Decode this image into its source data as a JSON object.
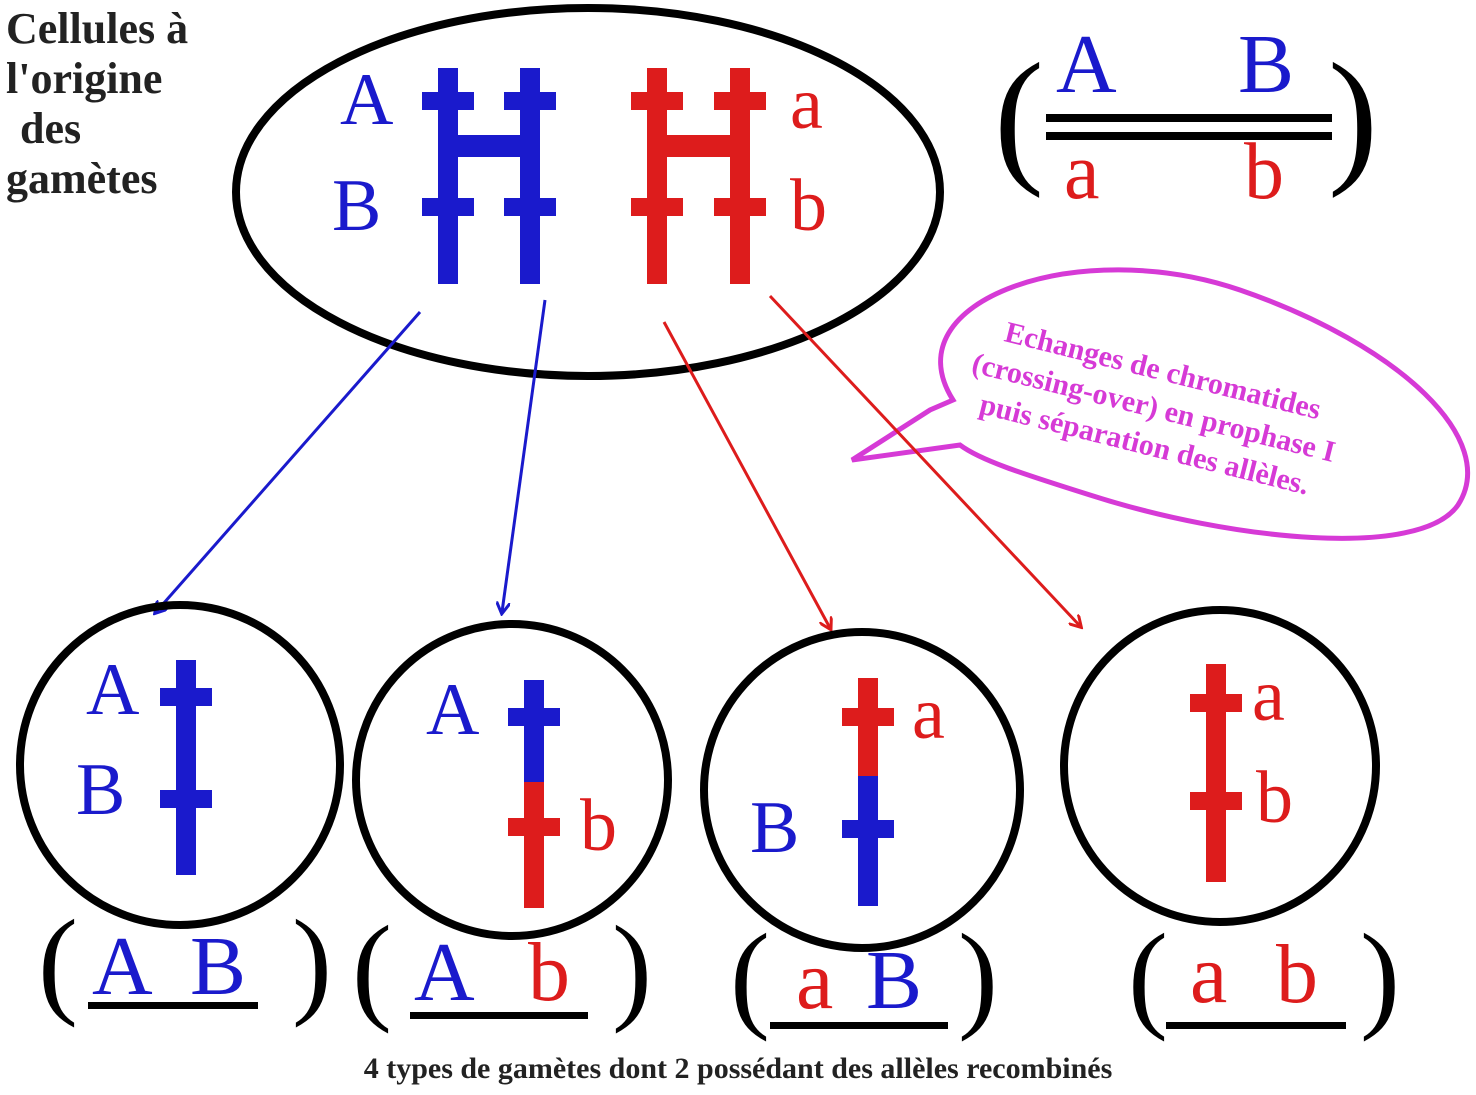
{
  "caption": {
    "line1": "Cellules à",
    "line2": "l'origine",
    "line3": "des",
    "line4": "gamètes"
  },
  "genotype_parent": {
    "top_left": "A",
    "top_right": "B",
    "bottom_left": "a",
    "bottom_right": "b"
  },
  "bubble": {
    "line1": "Echanges de chromatides",
    "line2": "(crossing-over) en prophase I",
    "line3": "puis séparation des allèles."
  },
  "parent_cell": {
    "blue_top": "A",
    "blue_bottom": "B",
    "red_top": "a",
    "red_bottom": "b"
  },
  "gametes": [
    {
      "top": "A",
      "bottom": "B",
      "formula_left": "A",
      "formula_right": "B"
    },
    {
      "top": "A",
      "bottom": "b",
      "formula_left": "A",
      "formula_right": "b"
    },
    {
      "top": "a",
      "bottom": "B",
      "formula_left": "a",
      "formula_right": "B"
    },
    {
      "top": "a",
      "bottom": "b",
      "formula_left": "a",
      "formula_right": "b"
    }
  ],
  "footer": "4 types de gamètes dont 2 possédant des allèles recombinés",
  "colors": {
    "blue": "#1a1acc",
    "red": "#dd1c1c",
    "black": "#000000",
    "magenta": "#d63ad6"
  }
}
